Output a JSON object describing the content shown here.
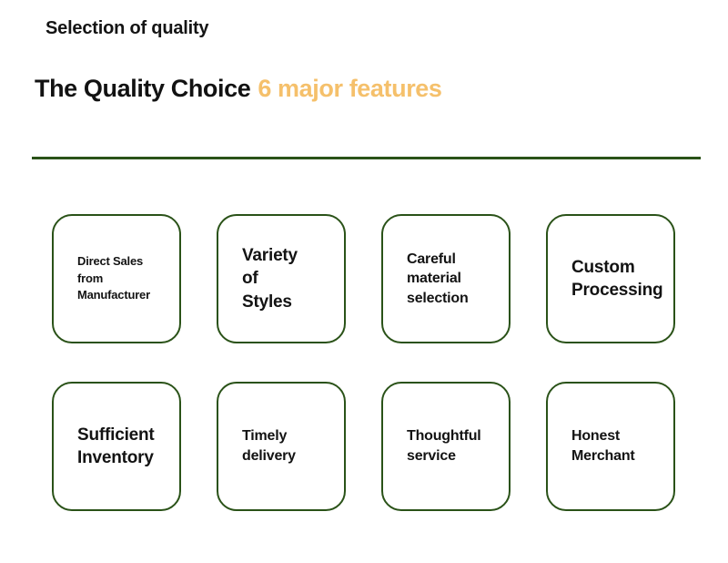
{
  "header": {
    "eyebrow": "Selection of quality",
    "headline_main": "The Quality Choice",
    "headline_accent": "6 major features"
  },
  "colors": {
    "accent_orange": "#F5C06B",
    "border_green": "#2A5218",
    "divider_green": "#2A5218",
    "text_black": "#131313",
    "background": "#FFFFFF"
  },
  "divider": {
    "present": true
  },
  "features": {
    "rows": [
      [
        {
          "label": "Direct Sales\nfrom\nManufacturer",
          "size": "sz-s"
        },
        {
          "label": "Variety\nof\nStyles",
          "size": "sz-l"
        },
        {
          "label": "Careful\nmaterial\nselection",
          "size": "sz-m"
        },
        {
          "label": "Custom\nProcessing",
          "size": "sz-l"
        }
      ],
      [
        {
          "label": "Sufficient\nInventory",
          "size": "sz-l"
        },
        {
          "label": "Timely\ndelivery",
          "size": "sz-m"
        },
        {
          "label": "Thoughtful\nservice",
          "size": "sz-m"
        },
        {
          "label": "Honest\nMerchant",
          "size": "sz-m"
        }
      ]
    ]
  }
}
